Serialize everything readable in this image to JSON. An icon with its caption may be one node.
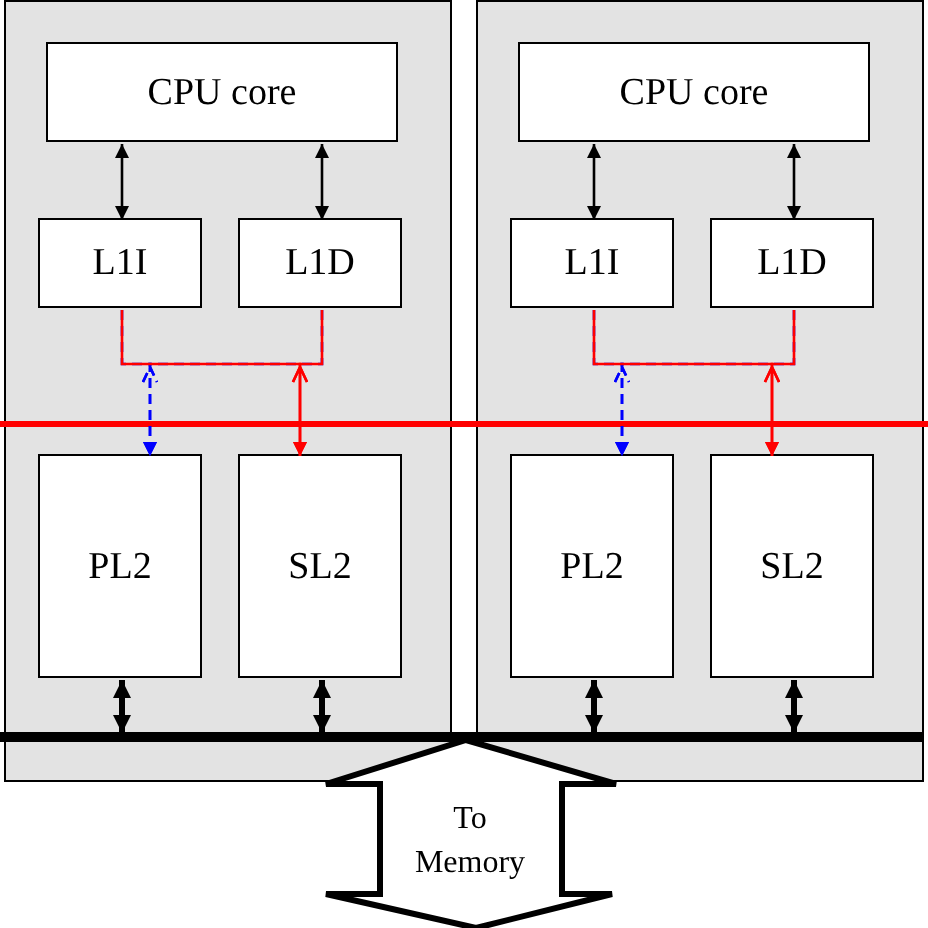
{
  "diagram": {
    "nodes": [
      {
        "text": [],
        "shape": "box"
      },
      {
        "text": [],
        "shape": "box",
        "in": 0
      },
      {
        "text": [
          "CPU core"
        ],
        "in": 1
      },
      {
        "text": [
          "L1I"
        ],
        "in": 1
      },
      {
        "text": [
          "L1D"
        ],
        "in": 1
      },
      {
        "text": [
          "PL2"
        ],
        "in": 1
      },
      {
        "text": [
          "SL2"
        ],
        "in": 1
      },
      {
        "text": [],
        "shape": "box",
        "in": 0
      },
      {
        "text": [
          "CPU core"
        ],
        "in": 7
      },
      {
        "text": [
          "L1I"
        ],
        "in": 7
      },
      {
        "text": [
          "L1D"
        ],
        "in": 7
      },
      {
        "text": [
          "PL2"
        ],
        "in": 7
      },
      {
        "text": [
          "SL2"
        ],
        "in": 7
      },
      {
        "text": [],
        "shape": "bar",
        "in": 0
      },
      {
        "text": [
          "To Memory"
        ]
      }
    ],
    "edges": [
      {
        "from": 2,
        "to": 3,
        "arrow": "both"
      },
      {
        "from": 2,
        "to": 4,
        "arrow": "both"
      },
      {
        "from": 3,
        "to": 5,
        "arrow": "to",
        "style": "dashed",
        "color": "#0000ff"
      },
      {
        "from": 4,
        "to": 5,
        "arrow": "to",
        "style": "dashed",
        "color": "#0000ff"
      },
      {
        "from": 3,
        "to": 6,
        "arrow": "to",
        "color": "#ff0000"
      },
      {
        "from": 4,
        "to": 6,
        "arrow": "to",
        "color": "#ff0000"
      },
      {
        "from": 5,
        "to": 13,
        "arrow": "both",
        "style": "thick"
      },
      {
        "from": 6,
        "to": 13,
        "arrow": "both",
        "style": "thick"
      },
      {
        "from": 8,
        "to": 9,
        "arrow": "both"
      },
      {
        "from": 8,
        "to": 10,
        "arrow": "both"
      },
      {
        "from": 9,
        "to": 11,
        "arrow": "to",
        "style": "dashed",
        "color": "#0000ff"
      },
      {
        "from": 10,
        "to": 11,
        "arrow": "to",
        "style": "dashed",
        "color": "#0000ff"
      },
      {
        "from": 9,
        "to": 12,
        "arrow": "to",
        "color": "#ff0000"
      },
      {
        "from": 10,
        "to": 12,
        "arrow": "to",
        "color": "#ff0000"
      },
      {
        "from": 11,
        "to": 13,
        "arrow": "both",
        "style": "thick"
      },
      {
        "from": 12,
        "to": 13,
        "arrow": "both",
        "style": "thick"
      }
    ]
  }
}
